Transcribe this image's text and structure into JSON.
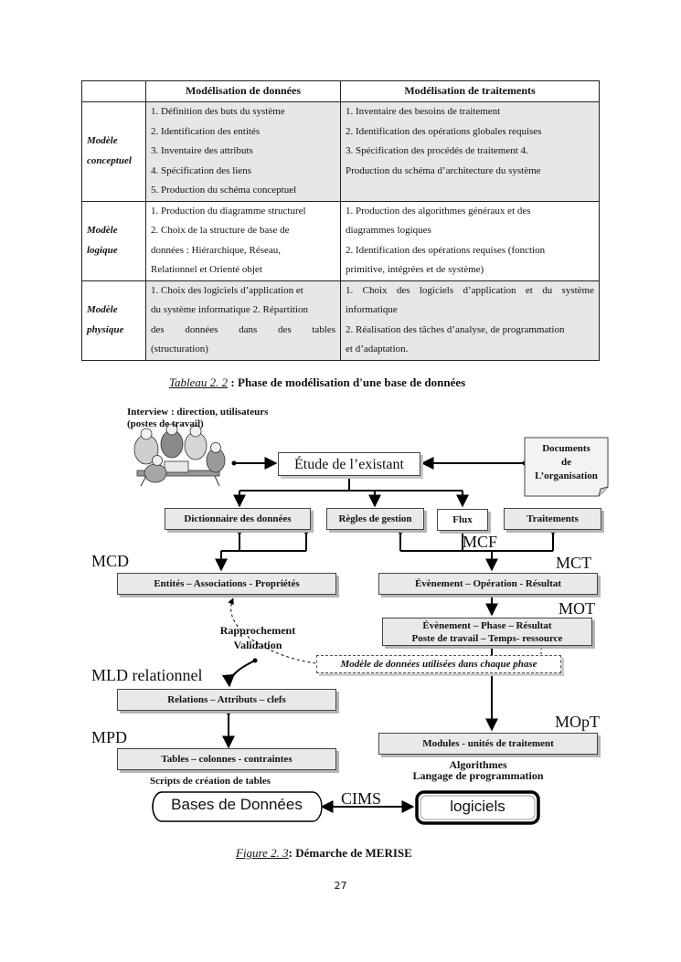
{
  "table": {
    "headers": [
      "",
      "Modélisation de données",
      "Modélisation de traitements"
    ],
    "rows": [
      {
        "label": [
          "Modèle",
          "conceptuel"
        ],
        "data_lines": [
          "1. Définition des buts du système",
          "2. Identification des entités",
          "3. Inventaire des attributs",
          "4. Spécification des liens",
          "5. Production du schéma conceptuel"
        ],
        "treat_lines": [
          "1. Inventaire des besoins de traitement",
          "2. Identification des opérations globales requises",
          "3. Spécification des procédés de traitement 4.",
          "Production du schéma d’architecture du système"
        ]
      },
      {
        "label": [
          "Modèle",
          "logique"
        ],
        "data_lines": [
          "1. Production du diagramme structurel",
          "2. Choix de la structure de base de",
          "données : Hiérarchique, Réseau,",
          "Relationnel et Orienté objet"
        ],
        "treat_lines": [
          "1. Production des algorithmes généraux et des",
          "diagrammes logiques",
          "2. Identification des opérations requises (fonction",
          "primitive, intégrées et de système)"
        ]
      },
      {
        "label": [
          "Modèle",
          "physique"
        ],
        "data_lines": [
          "1. Choix des logiciels d’application et",
          "du système informatique 2. Répartition",
          "des données dans des tables",
          "(structuration)"
        ],
        "treat_lines": [
          "1. Choix des logiciels d’application et du système",
          "informatique",
          "2. Réalisation des tâches d’analyse, de programmation",
          "et d’adaptation."
        ]
      }
    ]
  },
  "table_caption": {
    "label": "Tableau 2. 2",
    "text": " : Phase de modélisation d'une base de données"
  },
  "diagram": {
    "interview": [
      "Interview : direction, utilisateurs",
      "(postes de travail)"
    ],
    "existant": "Étude de l’existant",
    "documents": [
      "Documents",
      "de",
      "L’organisation"
    ],
    "dictionnaire": "Dictionnaire des données",
    "regles": "Règles de gestion",
    "flux": "Flux",
    "traitements": "Traitements",
    "mcf": "MCF",
    "mcd": "MCD",
    "mct": "MCT",
    "mot": "MOT",
    "entites": "Entités – Associations - Propriétés",
    "evenement": "Évènement – Opération - Résultat",
    "evenement_phase": [
      "Évènement – Phase – Résultat",
      "Poste de travail – Temps- ressource"
    ],
    "rapprochement": [
      "Rapprochement",
      "Validation"
    ],
    "modele_donnees": "Modèle de données utilisées dans chaque phase",
    "mld": "MLD relationnel",
    "relations": "Relations – Attributs – clefs",
    "mopt": "MOpT",
    "mpd": "MPD",
    "modules": "Modules - unités de traitement",
    "tables": "Tables – colonnes - contraintes",
    "algorithmes": [
      "Algorithmes",
      "Langage de programmation"
    ],
    "scripts": "Scripts de création de tables",
    "bases": "Bases de Données",
    "cims": "CIMS",
    "logiciels": "logiciels"
  },
  "figure_caption": {
    "label": "Figure 2.  3",
    "text": ": Démarche de MERISE"
  },
  "page_number": "27"
}
